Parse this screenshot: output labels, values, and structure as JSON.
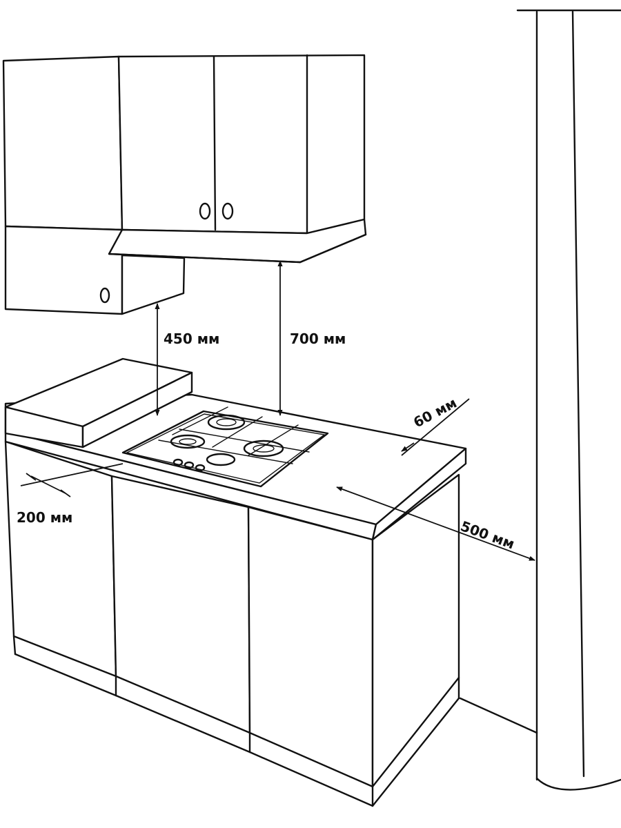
{
  "dimensions": {
    "hood_gap": "450 мм",
    "cabinet_gap": "700 мм",
    "back_wall_gap": "60 мм",
    "side_gap": "200 мм",
    "pipe_gap": "500 мм"
  }
}
